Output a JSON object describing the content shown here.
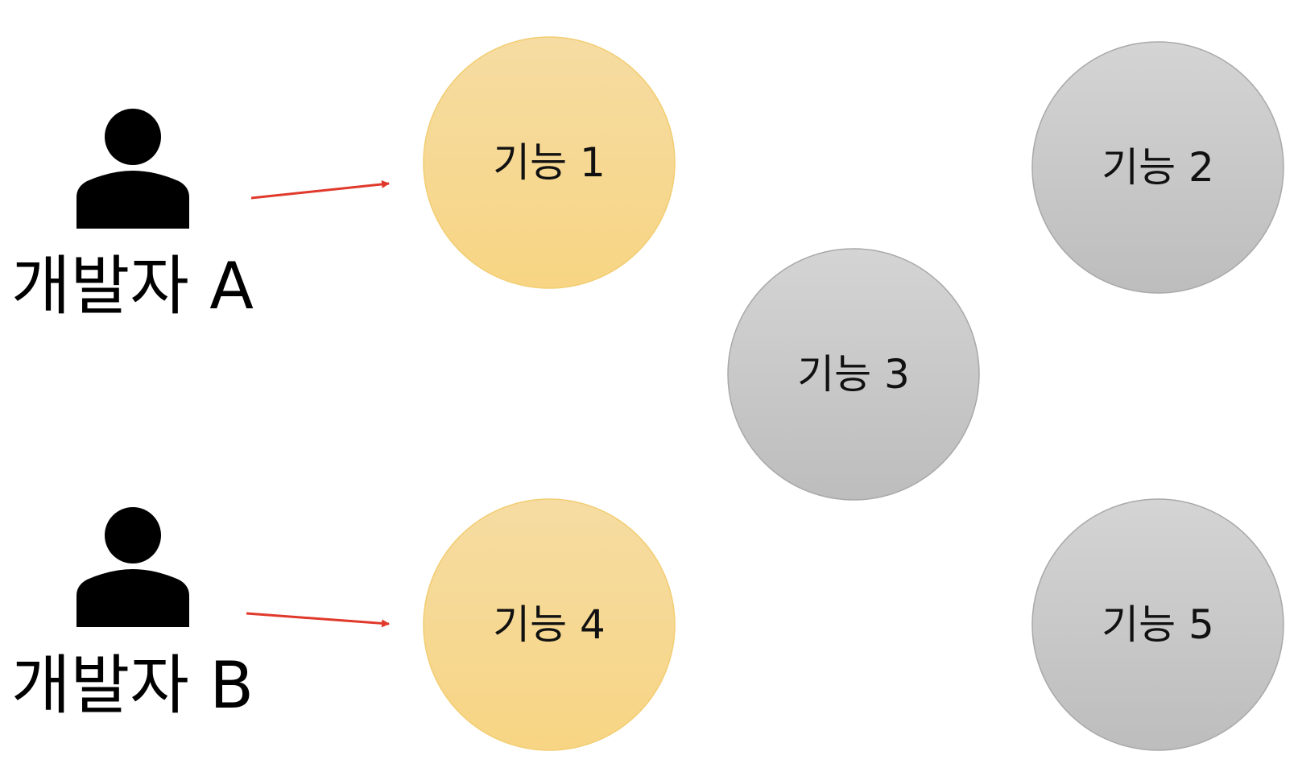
{
  "developers": [
    {
      "id": "dev-a",
      "label": "개발자 A",
      "icon": "person-icon"
    },
    {
      "id": "dev-b",
      "label": "개발자 B",
      "icon": "person-icon"
    }
  ],
  "features": [
    {
      "id": "feature-1",
      "label": "기능 1",
      "status": "assigned"
    },
    {
      "id": "feature-2",
      "label": "기능 2",
      "status": "unassigned"
    },
    {
      "id": "feature-3",
      "label": "기능 3",
      "status": "unassigned"
    },
    {
      "id": "feature-4",
      "label": "기능 4",
      "status": "assigned"
    },
    {
      "id": "feature-5",
      "label": "기능 5",
      "status": "unassigned"
    }
  ],
  "assignments": [
    {
      "from": "dev-a",
      "to": "feature-1"
    },
    {
      "from": "dev-b",
      "to": "feature-4"
    }
  ],
  "colors": {
    "assigned_top": "#F6DCA2",
    "assigned_bottom": "#F7D584",
    "assigned_stroke": "#F2CD72",
    "unassigned_top": "#D4D4D4",
    "unassigned_bottom": "#BDBDBD",
    "unassigned_stroke": "#A9A9A9",
    "arrow": "#E0392B",
    "icon": "#000000"
  }
}
